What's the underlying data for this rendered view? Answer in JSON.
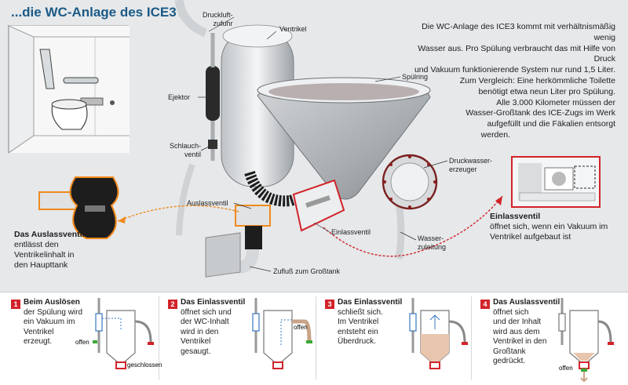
{
  "title": "...die WC-Anlage des ICE3?",
  "labels": {
    "druckluftzufuhr": [
      "Druckluft-",
      "zufuhr"
    ],
    "ventrikel": "Ventrikel",
    "ejektor": "Ejektor",
    "schlauchventil": [
      "Schlauch-",
      "ventil"
    ],
    "spuelring": "Spülring",
    "druckwassererzeuger": [
      "Druckwasser-",
      "erzeuger"
    ],
    "auslassventil": "Auslassventil",
    "einlassventil": "Einlassventil",
    "wasserzuleitung": [
      "Wasser-",
      "zuleitung"
    ],
    "zufluss": "Zufluß zum Großtank"
  },
  "info_text": [
    "Die WC-Anlage des ICE3 kommt mit verhältnismäßig wenig",
    "Wasser aus. Pro Spülung verbraucht das mit Hilfe von Druck",
    "und Vakuum funktionierende System nur rund 1,5 Liter.",
    "Zum Vergleich: Eine herkömmliche Toilette",
    "benötigt etwa neun Liter pro Spülung.",
    "Alle 3.000 Kilometer müssen der",
    "Wasser-Großtank des ICE-Zugs im Werk",
    "aufgefüllt und die Fäkalien entsorgt",
    "werden."
  ],
  "auslass_info": {
    "head": "Das Auslassventil",
    "lines": [
      "entlässt den",
      "Ventrikelinhalt in",
      "den Haupttank"
    ]
  },
  "einlass_info": {
    "head": "Einlassventil",
    "lines": [
      "öffnet sich, wenn ein Vakuum im",
      "Ventrikel aufgebaut ist"
    ]
  },
  "steps": [
    {
      "num": "1",
      "head": "Beim Auslösen",
      "lines": [
        "der Spülung wird",
        "ein Vakuum im",
        "Ventrikel",
        "erzeugt."
      ],
      "tags": [
        "offen",
        "geschlossen"
      ]
    },
    {
      "num": "2",
      "head": "Das Einlassventil",
      "lines": [
        "öffnet sich und",
        "der WC-Inhalt",
        "wird in den",
        "Ventrikel",
        "gesaugt."
      ],
      "tags": [
        "offen"
      ]
    },
    {
      "num": "3",
      "head": "Das Einlassventil",
      "lines": [
        "schließt sich.",
        "Im Ventrikel",
        "entsteht ein",
        "Überdruck."
      ],
      "tags": []
    },
    {
      "num": "4",
      "head": "Das Auslassventil",
      "lines": [
        "öffnet sich",
        "und der Inhalt",
        "wird aus dem",
        "Ventrikel in den",
        "Großtank",
        "gedrückt."
      ],
      "tags": [
        "offen"
      ]
    }
  ],
  "colors": {
    "accent_red": "#d2232a",
    "title_blue": "#1c5a86",
    "arrow_orange": "#f08a1c",
    "valve_green": "#3aa935",
    "flow_blue": "#3a78c2"
  }
}
